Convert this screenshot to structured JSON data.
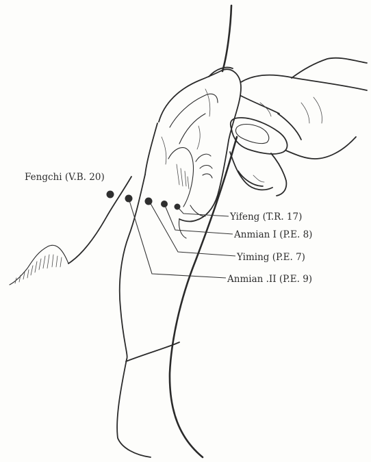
{
  "diagram": {
    "colors": {
      "ink": "#2a2a2a",
      "paper": "#fdfdfb",
      "point": "#2f2f2f"
    },
    "points": [
      {
        "id": "fengchi",
        "label": "Fengchi (V.B. 20)"
      },
      {
        "id": "anmian-2",
        "label": "Anmian .II (P.E. 9)"
      },
      {
        "id": "yiming",
        "label": "Yiming (P.E. 7)"
      },
      {
        "id": "anmian-1",
        "label": "Anmian I (P.E. 8)"
      },
      {
        "id": "yifeng",
        "label": "Yifeng (T.R. 17)"
      }
    ]
  }
}
